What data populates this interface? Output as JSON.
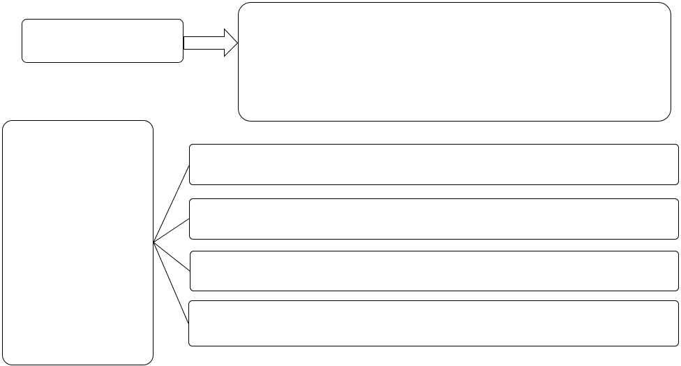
{
  "diagram": {
    "stroke_color": "#000000",
    "fill_color": "#ffffff",
    "boxes": [
      {
        "id": "top-left-box",
        "label": ""
      },
      {
        "id": "top-right-box",
        "label": ""
      },
      {
        "id": "left-tall-box",
        "label": ""
      },
      {
        "id": "branch-box-1",
        "label": ""
      },
      {
        "id": "branch-box-2",
        "label": ""
      },
      {
        "id": "branch-box-3",
        "label": ""
      },
      {
        "id": "branch-box-4",
        "label": ""
      }
    ]
  }
}
